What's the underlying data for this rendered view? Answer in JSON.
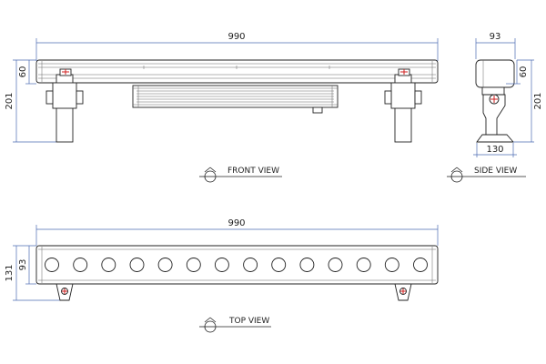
{
  "front_view": {
    "title": "FRONT VIEW",
    "width": "990",
    "height_left_inner": "60",
    "height_left_outer": "201"
  },
  "side_view": {
    "title": "SIDE VIEW",
    "width_top": "93",
    "width_bottom": "130",
    "height_inner": "60",
    "height_outer": "201"
  },
  "top_view": {
    "title": "TOP VIEW",
    "width": "990",
    "height_outer": "131",
    "height_inner": "93",
    "lens_count": 14
  },
  "colors": {
    "line": "#222222",
    "dimension_line": "#4d6bb3",
    "mark_red": "#d11f1f"
  }
}
